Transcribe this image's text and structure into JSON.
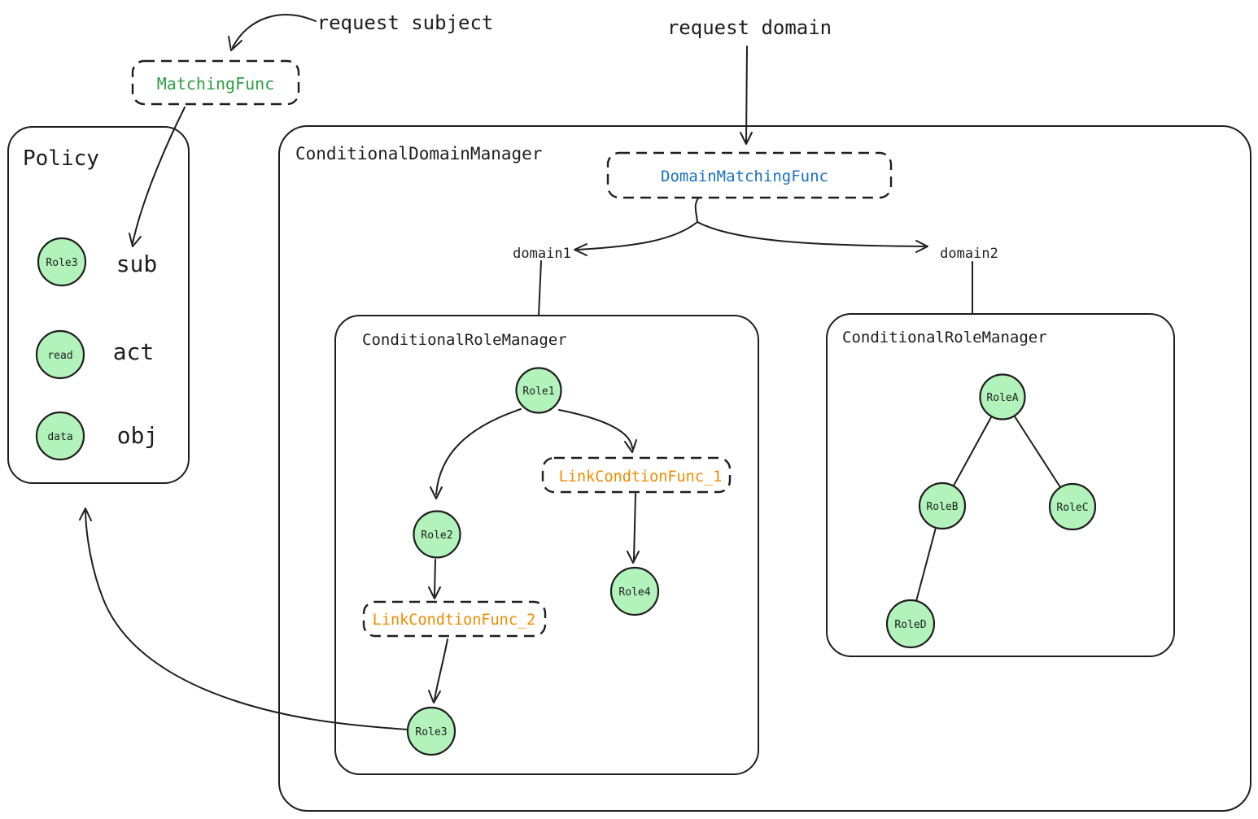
{
  "diagram": {
    "annotations": {
      "request_subject": "request subject",
      "request_domain": "request domain"
    },
    "matching_func": {
      "label": "MatchingFunc",
      "text_color": "#2f9e44"
    },
    "policy": {
      "title": "Policy",
      "rows": [
        {
          "node": "Role3",
          "label": "sub"
        },
        {
          "node": "read",
          "label": "act"
        },
        {
          "node": "data",
          "label": "obj"
        }
      ]
    },
    "domain_manager": {
      "title": "ConditionalDomainManager",
      "matching_func": {
        "label": "DomainMatchingFunc",
        "text_color": "#1971c2"
      },
      "domain1": "domain1",
      "domain2": "domain2"
    },
    "role_manager_domain1": {
      "title": "ConditionalRoleManager",
      "nodes": {
        "role1": "Role1",
        "role2": "Role2",
        "role3": "Role3",
        "role4": "Role4"
      },
      "funcs": {
        "link1": "LinkCondtionFunc_1",
        "link2": "LinkCondtionFunc_2"
      },
      "func_text_color": "#f08c00",
      "edges": [
        "Role1 -> Role2",
        "Role1 -> LinkCondtionFunc_1",
        "LinkCondtionFunc_1 -> Role4",
        "Role2 -> LinkCondtionFunc_2",
        "LinkCondtionFunc_2 -> Role3",
        "Role3 -> Policy.sub"
      ]
    },
    "role_manager_domain2": {
      "title": "ConditionalRoleManager",
      "nodes": {
        "roleA": "RoleA",
        "roleB": "RoleB",
        "roleC": "RoleC",
        "roleD": "RoleD"
      },
      "edges": [
        "RoleA - RoleB",
        "RoleA - RoleC",
        "RoleB - RoleD"
      ]
    },
    "style": {
      "node_fill": "#b2f2bb",
      "stroke": "#1e1e1e",
      "background": "#ffffff"
    }
  }
}
